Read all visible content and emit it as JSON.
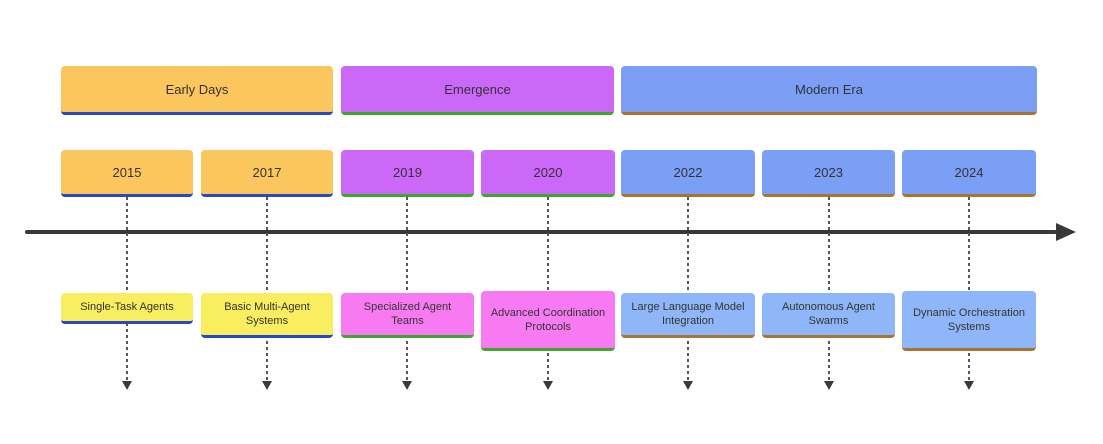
{
  "diagram": {
    "type": "timeline",
    "sections": [
      {
        "label": "Early Days",
        "color_scheme": "orange",
        "fill": "#FCC65F",
        "accent_border": "#2848C4",
        "years": [
          "2015",
          "2017"
        ]
      },
      {
        "label": "Emergence",
        "color_scheme": "purple",
        "fill": "#CC68F8",
        "accent_border": "#3FA62B",
        "years": [
          "2019",
          "2020"
        ]
      },
      {
        "label": "Modern Era",
        "color_scheme": "blue",
        "fill": "#7B9FF4",
        "accent_border": "#A97432",
        "years": [
          "2022",
          "2023",
          "2024"
        ]
      }
    ],
    "periods": [
      {
        "year": "2015",
        "section": "Early Days",
        "event": "Single-Task Agents",
        "event_fill": "#F9EE5F"
      },
      {
        "year": "2017",
        "section": "Early Days",
        "event": "Basic Multi-Agent Systems",
        "event_fill": "#F9EE5F"
      },
      {
        "year": "2019",
        "section": "Emergence",
        "event": "Specialized Agent Teams",
        "event_fill": "#F87AF2"
      },
      {
        "year": "2020",
        "section": "Emergence",
        "event": "Advanced Coordination Protocols",
        "event_fill": "#F87AF2"
      },
      {
        "year": "2022",
        "section": "Modern Era",
        "event": "Large Language Model Integration",
        "event_fill": "#8FB6F8"
      },
      {
        "year": "2023",
        "section": "Modern Era",
        "event": "Autonomous Agent Swarms",
        "event_fill": "#8FB6F8"
      },
      {
        "year": "2024",
        "section": "Modern Era",
        "event": "Dynamic Orchestration Systems",
        "event_fill": "#8FB6F8"
      }
    ],
    "icons": {
      "axis_arrow": "right-arrowhead",
      "connector_arrow": "down-arrowhead"
    },
    "colors": {
      "background": "#FFFFFF",
      "axis": "#383838",
      "connector": "#555555",
      "text": "#333333"
    }
  }
}
